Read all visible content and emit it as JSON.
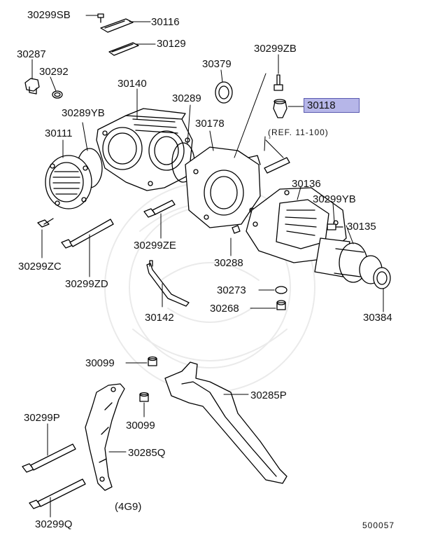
{
  "diagram": {
    "highlight_color": "#b6b6e8",
    "callouts": {
      "p30299SB": "30299SB",
      "p30116": "30116",
      "p30129": "30129",
      "p30287": "30287",
      "p30292": "30292",
      "p30140": "30140",
      "p30379": "30379",
      "p30299ZB": "30299ZB",
      "p30289YB": "30289YB",
      "p30289": "30289",
      "p30118": "30118",
      "p30111": "30111",
      "p30178": "30178",
      "ref": "(REF. 11-100)",
      "p30136": "30136",
      "p30299YB": "30299YB",
      "p30135": "30135",
      "p30299ZC": "30299ZC",
      "p30299ZE": "30299ZE",
      "p30288": "30288",
      "p30299ZD": "30299ZD",
      "p30273": "30273",
      "p30268": "30268",
      "p30384": "30384",
      "p30142": "30142",
      "p30099a": "30099",
      "p30285P": "30285P",
      "p30299P": "30299P",
      "p30099b": "30099",
      "p30285Q": "30285Q",
      "engine": "(4G9)",
      "p30299Q": "30299Q",
      "diagram_no": "500057"
    }
  }
}
